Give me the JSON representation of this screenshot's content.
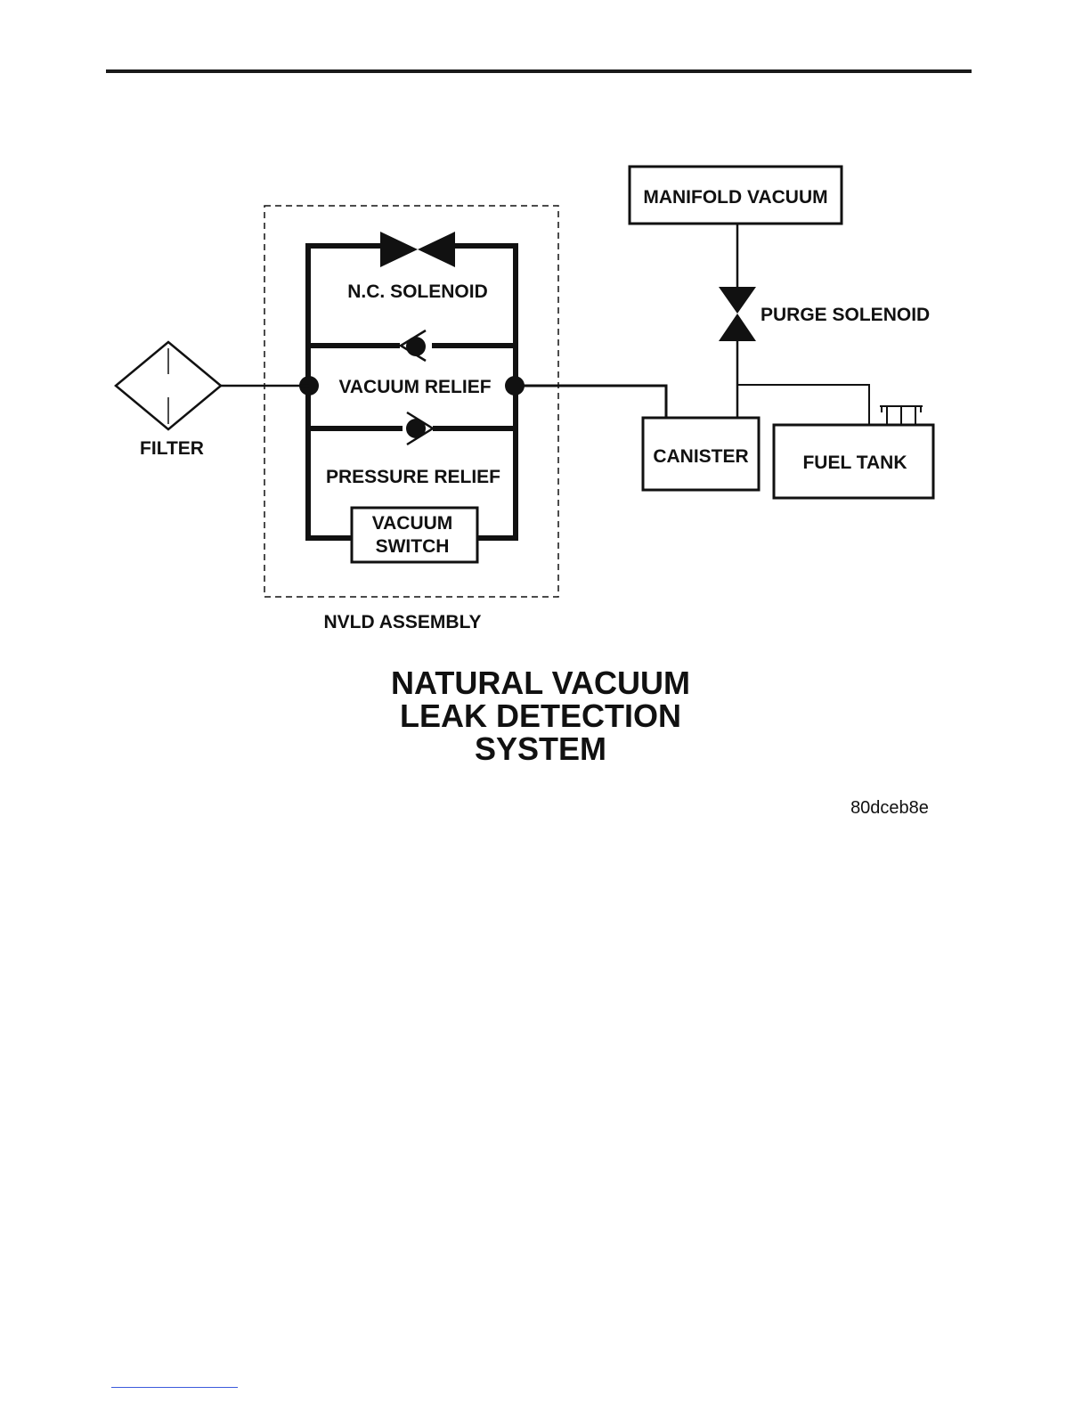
{
  "labels": {
    "manifold_vacuum": "MANIFOLD VACUUM",
    "purge_solenoid": "PURGE SOLENOID",
    "nc_solenoid": "N.C. SOLENOID",
    "vacuum_relief": "VACUUM RELIEF",
    "pressure_relief": "PRESSURE RELIEF",
    "vacuum_switch_line1": "VACUUM",
    "vacuum_switch_line2": "SWITCH",
    "filter": "FILTER",
    "canister": "CANISTER",
    "fuel_tank": "FUEL TANK",
    "nvld_assembly": "NVLD ASSEMBLY"
  },
  "title": {
    "line1": "NATURAL VACUUM",
    "line2": "LEAK DETECTION",
    "line3": "SYSTEM"
  },
  "figure_code": "80dceb8e",
  "colors": {
    "ink": "#111111",
    "link_underline": "#3b5bdb"
  }
}
